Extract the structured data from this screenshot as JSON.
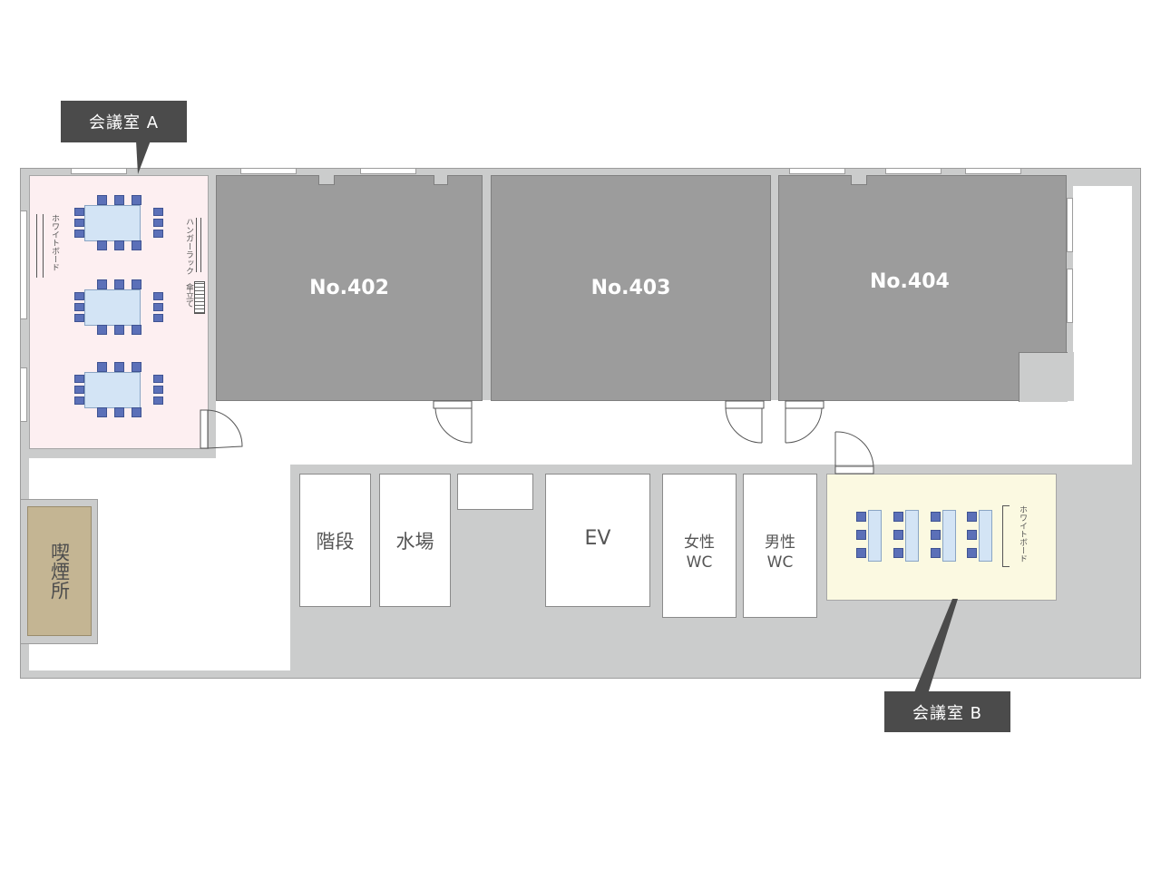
{
  "callouts": {
    "room_a": "会議室 A",
    "room_b": "会議室 B"
  },
  "rooms": {
    "no402": "No.402",
    "no403": "No.403",
    "no404": "No.404",
    "stairs": "階段",
    "kitchen": "水場",
    "elevator": "EV",
    "womens_wc": [
      "女性",
      "WC"
    ],
    "mens_wc": [
      "男性",
      "WC"
    ],
    "smoking": "喫煙所"
  },
  "fixtures": {
    "whiteboard_a": "ホワイトボード",
    "hanger_rack": "ハンガーラック",
    "umbrella_stand": "傘立て",
    "whiteboard_b": "ホワイトボード"
  },
  "colors": {
    "room_a_fill": "#fdeff1",
    "room_b_fill": "#fbf9e1",
    "office_fill": "#9c9c9c",
    "shell_fill": "#cbcccc",
    "smoking_fill": "#c4b593",
    "callout_fill": "#4b4b4b",
    "chair_fill": "#5b70b8"
  }
}
